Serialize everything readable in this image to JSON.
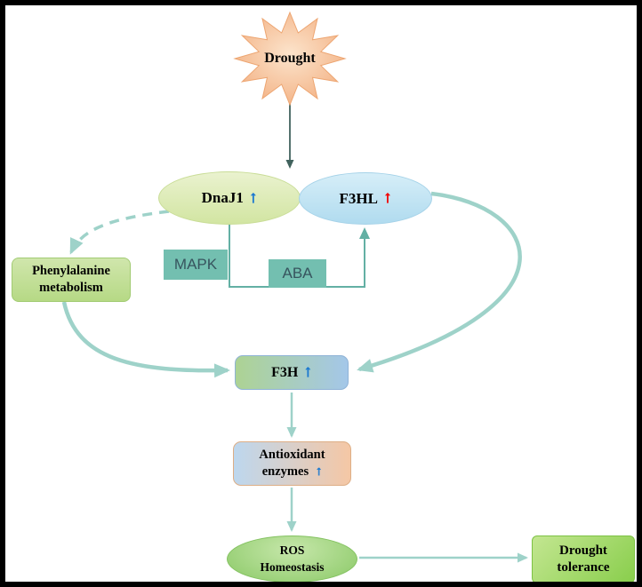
{
  "nodes": {
    "drought_stimulus": {
      "label": "Drought"
    },
    "dnaj1": {
      "label": "DnaJ1",
      "trend_arrow": "↑"
    },
    "f3hl": {
      "label": "F3HL",
      "trend_arrow": "↑"
    },
    "mapk": {
      "label": "MAPK"
    },
    "aba": {
      "label": "ABA"
    },
    "phenylalanine_metabolism": {
      "line1": "Phenylalanine",
      "line2": "metabolism"
    },
    "f3h": {
      "label": "F3H",
      "trend_arrow": "↑"
    },
    "antioxidant_enzymes": {
      "line1": "Antioxidant",
      "line2": "enzymes",
      "trend_arrow": "↑"
    },
    "ros_homeostasis": {
      "line1": "ROS",
      "line2": "Homeostasis"
    },
    "drought_tolerance": {
      "line1": "Drought",
      "line2": "tolerance"
    }
  },
  "colors": {
    "background": "#ffffff",
    "frame": "#000000",
    "star_fill": "#f5c096",
    "dnaj1_fill": "#dcebb2",
    "f3hl_fill": "#bfe2f3",
    "signal_box_fill": "#73bfb0",
    "signal_text": "#37545e",
    "phenylalanine_fill": "#c3e09b",
    "f3h_fill_left": "#add393",
    "f3h_fill_right": "#a4c7e9",
    "antioxidant_fill_left": "#bdd7ee",
    "antioxidant_fill_right": "#f5c7a5",
    "ros_fill": "#9fd37d",
    "tolerance_fill": "#94d05c",
    "edge_color": "#9ed2c9",
    "connector_color": "#63b0a4",
    "up_arrow_blue": "#1c79d0",
    "up_arrow_red": "#f20000"
  }
}
